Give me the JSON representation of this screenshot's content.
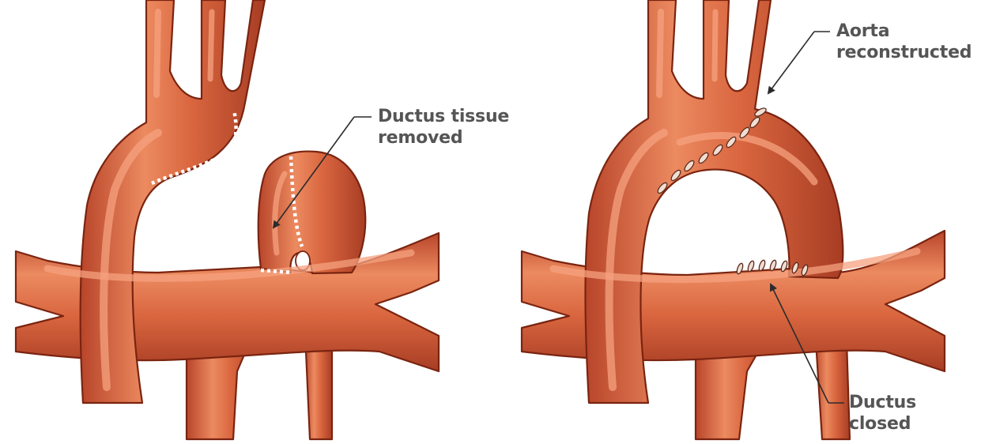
{
  "labels": {
    "ductus_removed_line1": "Ductus tissue",
    "ductus_removed_line2": "removed",
    "aorta_line1": "Aorta",
    "aorta_line2": "reconstructed",
    "ductus_closed": "Ductus closed"
  },
  "colors": {
    "vessel_base": "#d9663f",
    "vessel_dark": "#b8452a",
    "vessel_highlight": "#f3a07c",
    "outline": "#7a2410",
    "label_text": "#555555",
    "pointer": "#2b2b2b",
    "dashed_cut_line": "#ffffff"
  }
}
